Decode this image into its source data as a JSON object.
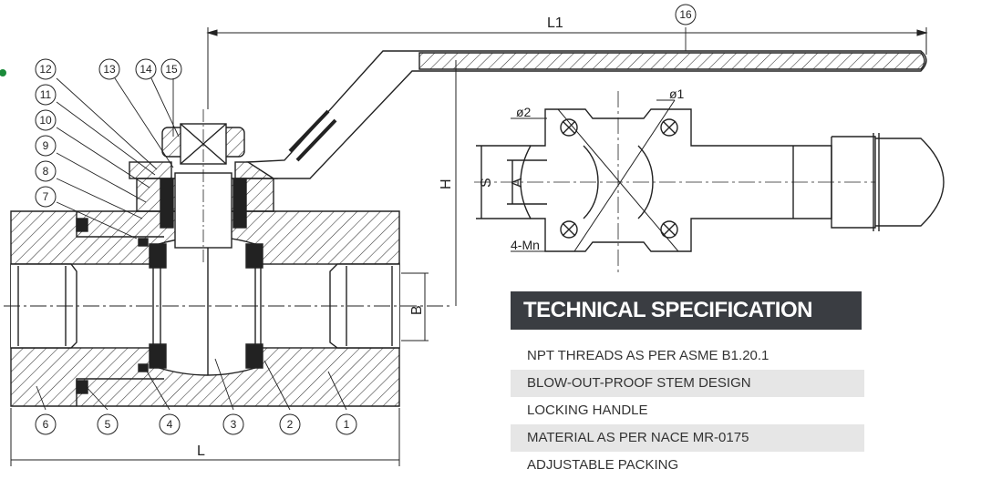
{
  "dimensions": {
    "l1": "L1",
    "l": "L",
    "h": "H",
    "s": "S",
    "a": "A",
    "b": "B"
  },
  "callouts": {
    "phi1": "ø1",
    "phi2": "ø2",
    "mounting": "4-Mn"
  },
  "balloons": [
    "1",
    "2",
    "3",
    "4",
    "5",
    "6",
    "7",
    "8",
    "9",
    "10",
    "11",
    "12",
    "13",
    "14",
    "15",
    "16"
  ],
  "spec": {
    "title": "TECHNICAL SPECIFICATION",
    "items": [
      "NPT THREADS AS PER ASME B1.20.1",
      "BLOW-OUT-PROOF STEM DESIGN",
      "LOCKING HANDLE",
      "MATERIAL AS PER NACE MR-0175",
      "ADJUSTABLE PACKING"
    ]
  },
  "colors": {
    "line": "#222222",
    "panel": "#3a3d42",
    "stripe": "#e6e6e6",
    "accent": "#1a8a3a"
  }
}
